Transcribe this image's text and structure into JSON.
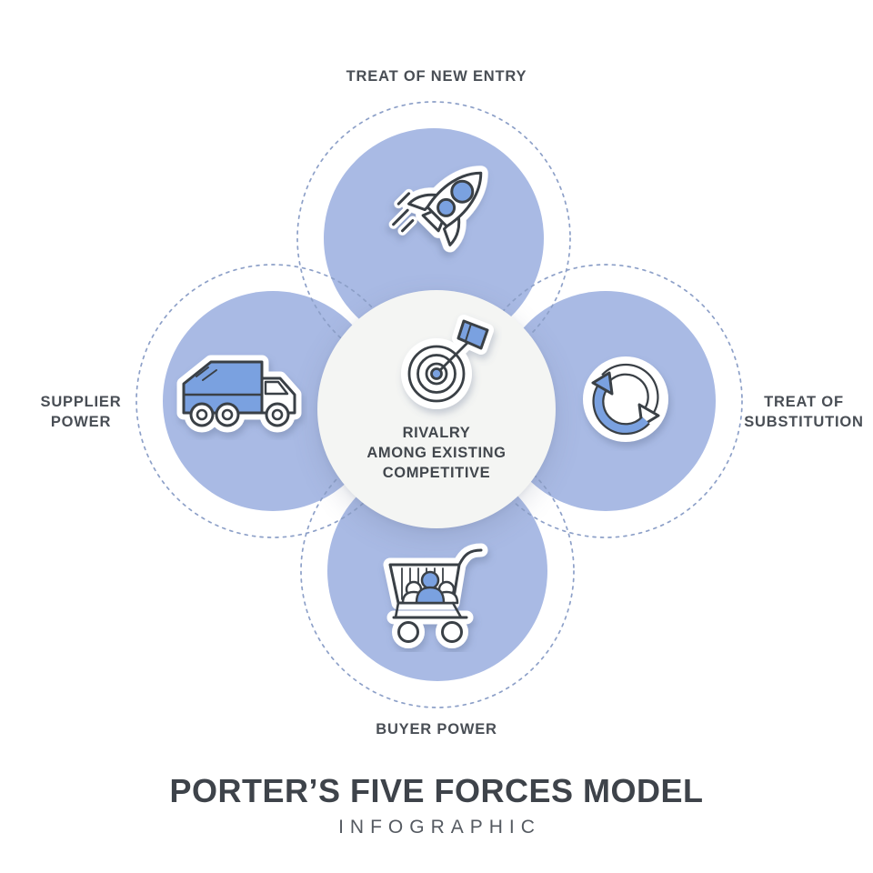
{
  "title": {
    "main": "PORTER’S FIVE FORCES MODEL",
    "subtitle": "INFOGRAPHIC"
  },
  "center": {
    "label": "RIVALRY\nAMONG EXISTING\nCOMPETITIVE",
    "icon": "target-dart-icon"
  },
  "forces": [
    {
      "id": "threat-of-new-entry",
      "position": "top",
      "label": "TREAT OF NEW ENTRY",
      "icon": "rocket-icon"
    },
    {
      "id": "supplier-power",
      "position": "left",
      "label": "SUPPLIER\nPOWER",
      "icon": "truck-icon"
    },
    {
      "id": "threat-of-substitution",
      "position": "right",
      "label": "TREAT OF\nSUBSTITUTION",
      "icon": "refresh-arrows-icon"
    },
    {
      "id": "buyer-power",
      "position": "bottom",
      "label": "BUYER POWER",
      "icon": "shopping-cart-icon"
    }
  ],
  "colors": {
    "background": "#ffffff",
    "force_circle_fill": "#a9bae4",
    "dashed_ring_stroke": "#8da0c8",
    "center_circle_fill": "#f4f5f3",
    "icon_accent_blue": "#7aa1e0",
    "icon_outline": "#3a4046",
    "label_text": "#494e55",
    "title_text": "#3e434a",
    "subtitle_text": "#555a61"
  }
}
